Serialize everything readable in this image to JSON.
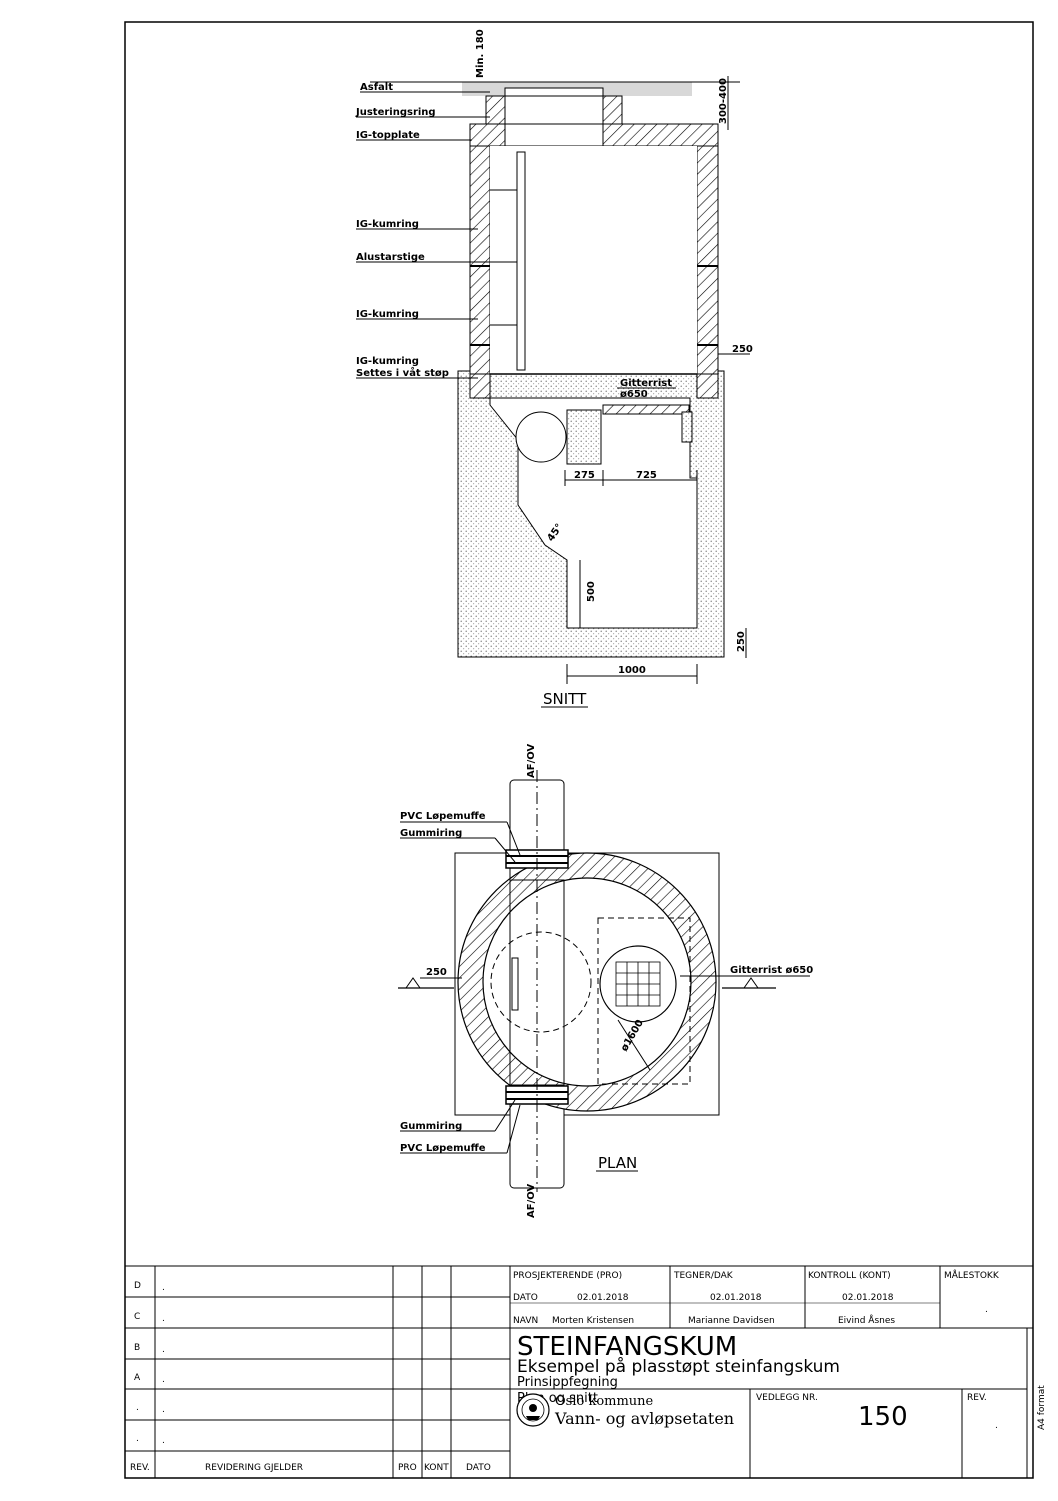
{
  "section": {
    "labels": {
      "min180": "Min. 180",
      "asfalt": "Asfalt",
      "justeringsring": "Justeringsring",
      "topplate": "IG-topplate",
      "kumring1": "IG-kumring",
      "stige": "Alustarstige",
      "kumring2": "IG-kumring",
      "kumring3": "IG-kumring",
      "vaat": "Settes i våt støp",
      "gitterrist": "Gitterrist",
      "gitter_dia": "ø650"
    },
    "dims": {
      "d300400": "300-400",
      "d250a": "250",
      "d275": "275",
      "d725": "725",
      "d45": "45°",
      "d500": "500",
      "d250b": "250",
      "d1000": "1000"
    },
    "title": "SNITT"
  },
  "plan": {
    "labels": {
      "af_top": "AF/OV",
      "af_bottom": "AF/OV",
      "pvc_top": "PVC Løpemuffe",
      "gum_top": "Gummiring",
      "gum_bottom": "Gummiring",
      "pvc_bottom": "PVC Løpemuffe",
      "gitterrist": "Gitterrist ø650",
      "d250": "250",
      "dia1600": "ø1600"
    },
    "title": "PLAN"
  },
  "titleblock": {
    "revisions": [
      {
        "rev": "D",
        "text": "."
      },
      {
        "rev": "C",
        "text": "."
      },
      {
        "rev": "B",
        "text": "."
      },
      {
        "rev": "A",
        "text": "."
      },
      {
        "rev": ".",
        "text": "."
      },
      {
        "rev": ".",
        "text": "."
      }
    ],
    "rev_header": "REV.",
    "rev_gjelder": "REVIDERING GJELDER",
    "pro": "PRO",
    "kont": "KONT",
    "dato": "DATO",
    "prosjekterende": "PROSJEKTERENDE (PRO)",
    "tegner": "TEGNER/DAK",
    "kontroll": "KONTROLL (KONT)",
    "malestokk": "MÅLESTOKK",
    "malestokk_val": ".",
    "dato_lbl": "DATO",
    "navn_lbl": "NAVN",
    "pro_dato": "02.01.2018",
    "teg_dato": "02.01.2018",
    "kont_dato": "02.01.2018",
    "pro_navn": "Morten Kristensen",
    "teg_navn": "Marianne Davidsen",
    "kont_navn": "Eivind Åsnes",
    "title": "STEINFANGSKUM",
    "subtitle": "Eksempel på plasstøpt steinfangskum",
    "line3": "Prinsippfegning",
    "line4": "Plan og snitt",
    "org1": "Oslo kommune",
    "org2": "Vann- og avløpsetaten",
    "vedlegg_lbl": "VEDLEGG NR.",
    "vedlegg": "150",
    "rev_lbl": "REV.",
    "rev_val": ".",
    "format": "A4 format"
  }
}
